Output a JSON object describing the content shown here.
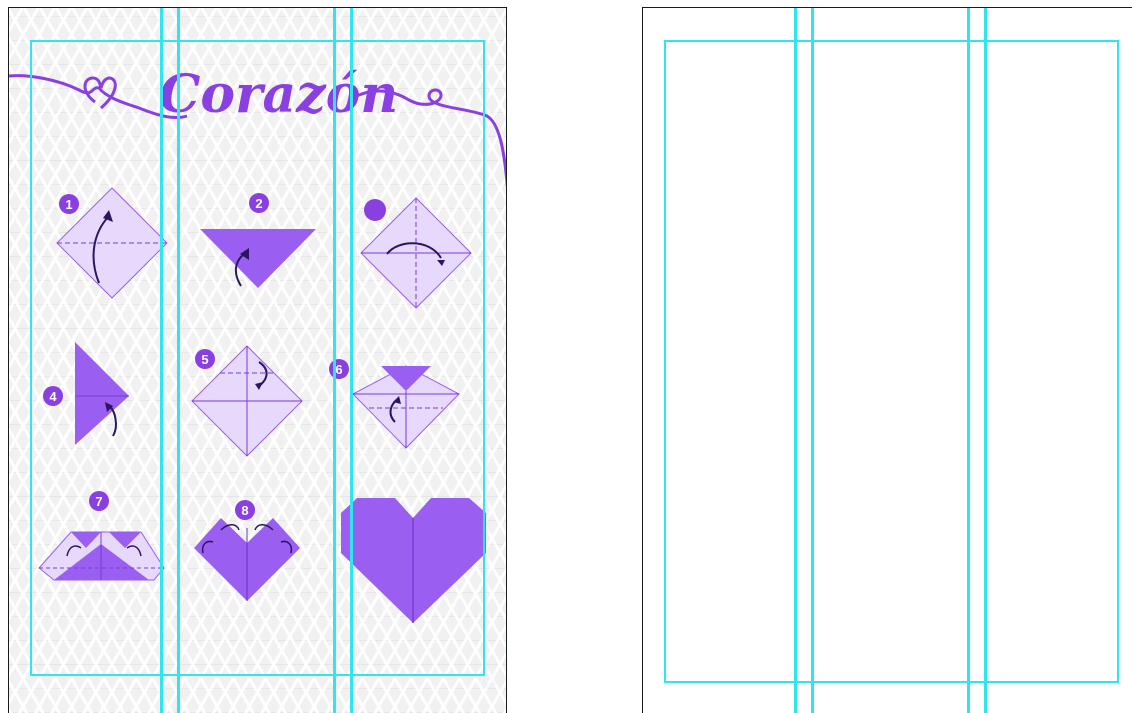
{
  "title": "Corazón",
  "steps": {
    "s1": "1",
    "s2": "2",
    "s4": "4",
    "s5": "5",
    "s6": "6",
    "s7": "7",
    "s8": "8"
  },
  "colors": {
    "accent": "#8a3fe0",
    "paper_light": "#e3d4fb",
    "paper_dark": "#9a5ff0",
    "guide": "#2ee6f0",
    "arrow": "#2a1660"
  }
}
